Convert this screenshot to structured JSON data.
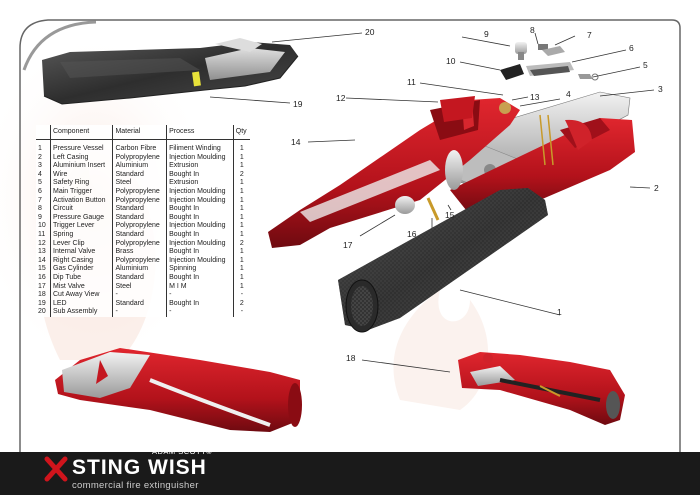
{
  "table": {
    "headers": [
      "Component",
      "Material",
      "Process",
      "Qty"
    ],
    "rows": [
      {
        "no": "1",
        "component": "Pressure Vessel",
        "material": "Carbon Fibre",
        "process": "Filiment Winding",
        "qty": "1"
      },
      {
        "no": "2",
        "component": "Left Casing",
        "material": "Polypropylene",
        "process": "Injection Moulding",
        "qty": "1"
      },
      {
        "no": "3",
        "component": "Aluminium Insert",
        "material": "Aluminium",
        "process": "Extrusion",
        "qty": "1"
      },
      {
        "no": "4",
        "component": "Wire",
        "material": "Standard",
        "process": "Bought In",
        "qty": "2"
      },
      {
        "no": "5",
        "component": "Safety Ring",
        "material": "Steel",
        "process": "Extrusion",
        "qty": "1"
      },
      {
        "no": "6",
        "component": "Main Trigger",
        "material": "Polypropylene",
        "process": "Injection Moulding",
        "qty": "1"
      },
      {
        "no": "7",
        "component": "Activation Button",
        "material": "Polypropylene",
        "process": "Injection Moulding",
        "qty": "1"
      },
      {
        "no": "8",
        "component": "Circuit",
        "material": "Standard",
        "process": "Bought In",
        "qty": "1"
      },
      {
        "no": "9",
        "component": "Pressure Gauge",
        "material": "Standard",
        "process": "Bought In",
        "qty": "1"
      },
      {
        "no": "10",
        "component": "Trigger Lever",
        "material": "Polypropylene",
        "process": "Injection Moulding",
        "qty": "1"
      },
      {
        "no": "11",
        "component": "Spring",
        "material": "Standard",
        "process": "Bought In",
        "qty": "1"
      },
      {
        "no": "12",
        "component": "Lever Clip",
        "material": "Polypropylene",
        "process": "Injection Moulding",
        "qty": "2"
      },
      {
        "no": "13",
        "component": "Internal Valve",
        "material": "Brass",
        "process": "Bought In",
        "qty": "1"
      },
      {
        "no": "14",
        "component": "Right Casing",
        "material": "Polypropylene",
        "process": "Injection Moulding",
        "qty": "1"
      },
      {
        "no": "15",
        "component": "Gas Cylinder",
        "material": "Aluminium",
        "process": "Spinning",
        "qty": "1"
      },
      {
        "no": "16",
        "component": "Dip Tube",
        "material": "Standard",
        "process": "Bought In",
        "qty": "1"
      },
      {
        "no": "17",
        "component": "Mist Valve",
        "material": "Steel",
        "process": "M I M",
        "qty": "1"
      },
      {
        "no": "18",
        "component": "Cut Away View",
        "material": "-",
        "process": "-",
        "qty": "-"
      },
      {
        "no": "19",
        "component": "LED",
        "material": "Standard",
        "process": "Bought In",
        "qty": "2"
      },
      {
        "no": "20",
        "component": "Sub Assembly",
        "material": "-",
        "process": "-",
        "qty": "-"
      }
    ]
  },
  "callouts": [
    "1",
    "2",
    "3",
    "4",
    "5",
    "6",
    "7",
    "8",
    "9",
    "10",
    "11",
    "12",
    "13",
    "14",
    "15",
    "16",
    "17",
    "18",
    "19",
    "20"
  ],
  "brand": {
    "author": "ADAM SCOTT©",
    "title": "STING WISH",
    "subtitle": "commercial fire extinguisher"
  },
  "colors": {
    "casing_red": "#c41720",
    "dark_red": "#7a0a10",
    "carbon": "#3c3c3c",
    "aluminium": "#c8c8c8",
    "led_yellow": "#e8e23a",
    "banner": "#1a1a1a"
  }
}
